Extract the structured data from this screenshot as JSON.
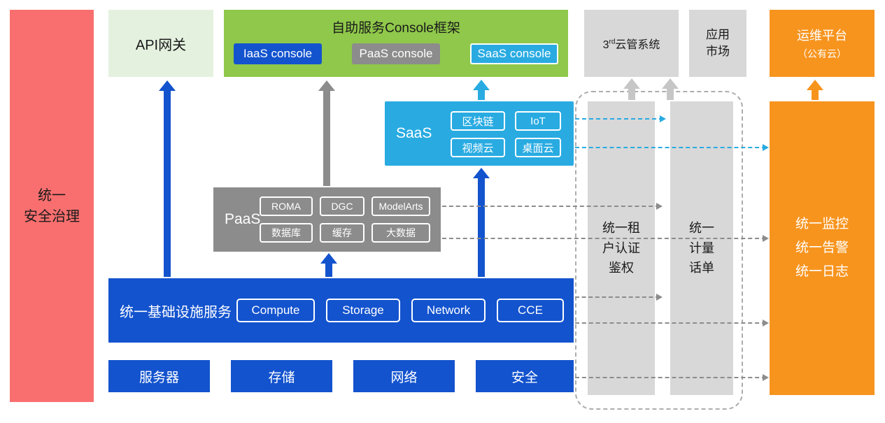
{
  "left_bar": {
    "label": "统一\n安全治理"
  },
  "api_gateway": {
    "label": "API网关"
  },
  "console_frame": {
    "title": "自助服务Console框架",
    "iaas": "IaaS console",
    "paas": "PaaS console",
    "saas": "SaaS console"
  },
  "third_party_cloud": {
    "num": "3",
    "sup": "rd",
    "text": "云管系统"
  },
  "app_market": {
    "label": "应用\n市场"
  },
  "ops_platform": {
    "line1": "运维平台",
    "line2": "（公有云）"
  },
  "saas": {
    "label": "SaaS",
    "items": [
      "区块链",
      "IoT",
      "视频云",
      "桌面云"
    ]
  },
  "paas": {
    "label": "PaaS",
    "items": [
      "ROMA",
      "DGC",
      "ModelArts",
      "数据库",
      "缓存",
      "大数据"
    ]
  },
  "iaas": {
    "label": "统一基础设施服务",
    "items": [
      "Compute",
      "Storage",
      "Network",
      "CCE"
    ]
  },
  "hardware": {
    "items": [
      "服务器",
      "存储",
      "网络",
      "安全"
    ]
  },
  "auth_bar": {
    "label": "统一租\n户认证\n鉴权"
  },
  "billing_bar": {
    "label": "统一\n计量\n话单"
  },
  "monitor_bar": {
    "label": "统一监控\n统一告警\n统一日志"
  },
  "colors": {
    "red": "#F96F6F",
    "lightgreen": "#E4F1DF",
    "green": "#8FC84A",
    "blue": "#1353CE",
    "gray": "#8C8C8C",
    "lightgray": "#D8D8D8",
    "cyan": "#29ABE2",
    "orange": "#F7941E"
  }
}
